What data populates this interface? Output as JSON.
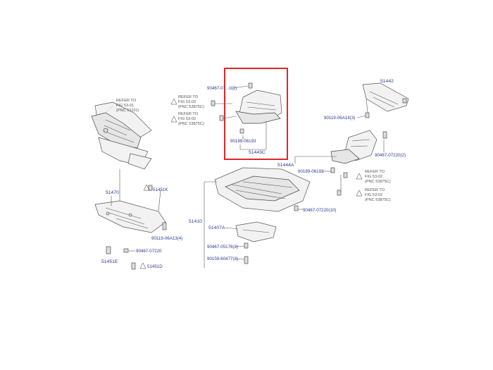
{
  "colors": {
    "label": "#2a3a8c",
    "highlight": "#e0262b",
    "part_stroke": "#555555"
  },
  "labels": {
    "p_51442": "51442",
    "p_90119_a14_tr": "90119-06A14(3)",
    "p_90467_07220_2": "90467-07220(2)",
    "p_51444A": "51444A",
    "p_90189_06193_r": "90189-06193",
    "p_51410": "51410",
    "p_51407A": "51407A",
    "p_90467_07220_10": "90467-07220(10)",
    "p_90467_05176": "90467-05176(3)",
    "p_90159_60477": "90159-60477(3)",
    "p_51470": "51470",
    "p_51451K": "51451K",
    "p_90119_a13": "90119-06A13(4)",
    "p_90467_07220": "90467-07220",
    "p_51451E": "51451E",
    "p_51451D": "51451D",
    "p_90467_07_2": "90467-07...0(2)",
    "p_90189_06193": "90189-06193",
    "p_51443C": "51443C"
  },
  "notes": {
    "refer_5301": [
      "REFER TO",
      "FIG 53-01",
      "(PNC 53101)"
    ],
    "refer_5302_a": [
      "REFER TO",
      "FIG 53-02",
      "(PNC 53875C)"
    ],
    "refer_5302_b": [
      "REFER TO",
      "FIG 53-02",
      "(PNC 53875C)"
    ],
    "refer_5302_c": [
      "REFER TO",
      "FIG 53-02",
      "(PNC 53875C)"
    ],
    "refer_5302_d": [
      "REFER TO",
      "FIG 53-02",
      "(PNC 53875C)"
    ]
  }
}
